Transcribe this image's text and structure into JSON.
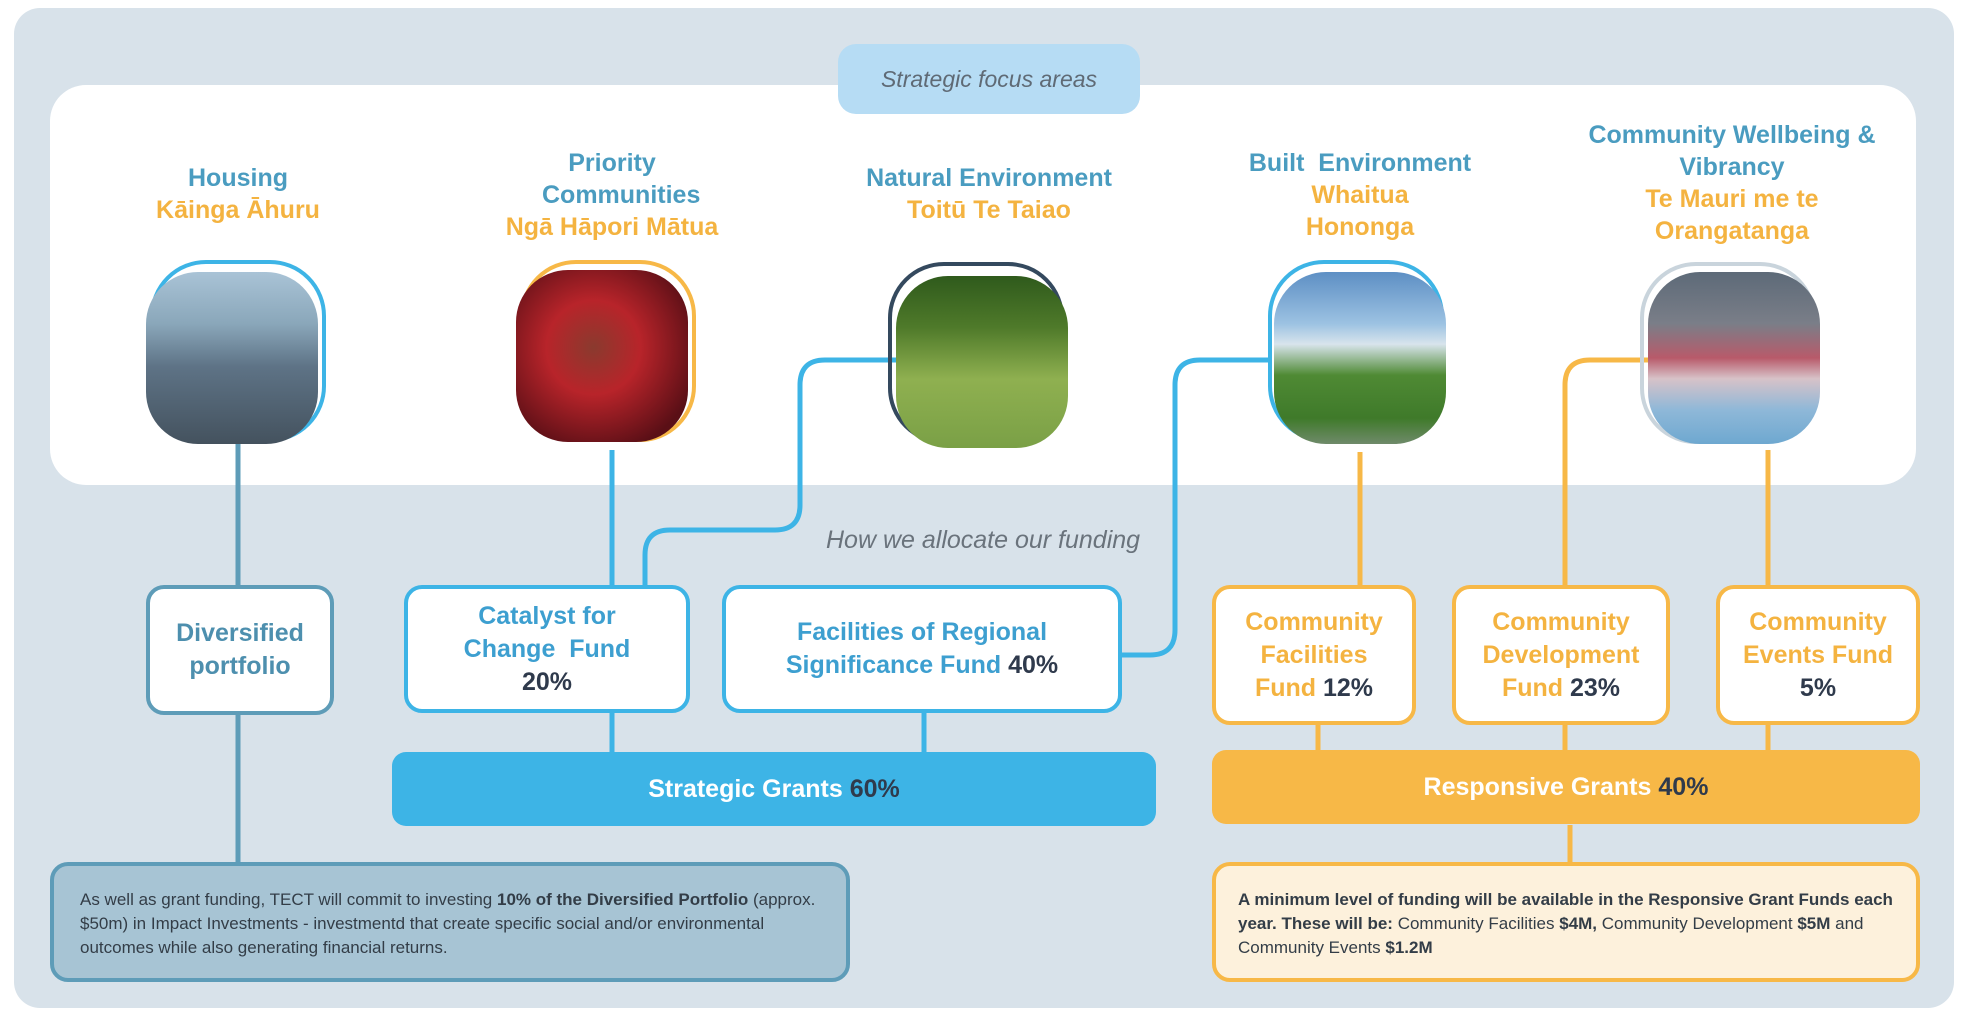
{
  "headers": {
    "focus_areas": "Strategic focus areas",
    "allocate": "How we allocate our funding"
  },
  "focus_areas": [
    {
      "en": "Housing",
      "mi": "Kāinga Āhuru"
    },
    {
      "en": "Priority Communities",
      "mi": "Ngā Hāpori Mātua"
    },
    {
      "en": "Natural Environment",
      "mi": "Toitū Te Taiao"
    },
    {
      "en": "Built  Environment",
      "mi": "Whaitua Hononga"
    },
    {
      "en": "Community Wellbeing & Vibrancy",
      "mi": "Te Mauri me te Orangatanga"
    }
  ],
  "funds": {
    "diversified": {
      "label": "Diversified portfolio"
    },
    "catalyst": {
      "label": "Catalyst for Change  Fund",
      "pct": "20%"
    },
    "facilities_regional": {
      "label": "Facilities of Regional Significance Fund",
      "pct": "40%"
    },
    "community_facilities": {
      "label": "Community Facilities Fund",
      "pct": "12%"
    },
    "community_development": {
      "label": "Community Development Fund",
      "pct": "23%"
    },
    "community_events": {
      "label": "Community Events Fund",
      "pct": "5%"
    }
  },
  "grants": {
    "strategic": {
      "label": "Strategic Grants",
      "pct": "60%"
    },
    "responsive": {
      "label": "Responsive Grants",
      "pct": "40%"
    }
  },
  "notes": {
    "impact": {
      "t1": "As well as grant funding, TECT will commit to investing ",
      "b1": "10% of the Diversified Portfolio",
      "t2": " (approx. $50m) in Impact Investments - investmentd that create specific social and/or environmental outcomes while also generating financial returns."
    },
    "responsive": {
      "b1": "A minimum level of funding will be available in the Responsive Grant Funds each year. These will be:",
      "t1": " Community Facilities ",
      "b2": "$4M,",
      "t2": " Community Development ",
      "b3": "$5M",
      "t3": " and Community Events ",
      "b4": "$1.2M"
    }
  },
  "colors": {
    "blue": "#3db4e6",
    "teal": "#5e9cb8",
    "orange": "#f7b847",
    "navy": "#2f3a4c",
    "background": "#d8e2ea"
  }
}
